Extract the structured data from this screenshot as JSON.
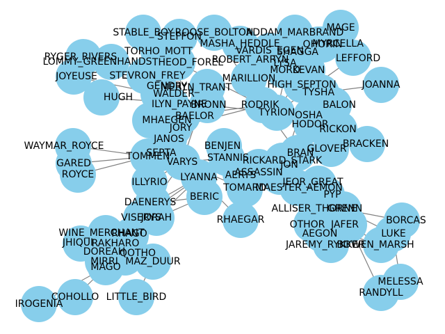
{
  "graph": {
    "type": "network",
    "node_color": "#87ceeb",
    "edge_color": "#808080",
    "label_color": "#000000",
    "nodes": [
      {
        "id": "STABLE_BOY"
      },
      {
        "id": "STEFFON"
      },
      {
        "id": "ROOSE_BOLTON"
      },
      {
        "id": "MAGE"
      },
      {
        "id": "ADDAM_MARBRAND"
      },
      {
        "id": "MASHA_HEDDLE"
      },
      {
        "id": "QHORIN"
      },
      {
        "id": "MYRCELLA"
      },
      {
        "id": "TORHO_MOTT"
      },
      {
        "id": "VARDIS_EGEN"
      },
      {
        "id": "SHAGGA"
      },
      {
        "id": "RYGER_RIVERS"
      },
      {
        "id": "LOMMY_GREENHANDS"
      },
      {
        "id": "THEOD_FOREL"
      },
      {
        "id": "ROBERT_ARRYN"
      },
      {
        "id": "LYSA"
      },
      {
        "id": "LEFFORD"
      },
      {
        "id": "MORD"
      },
      {
        "id": "KEVAN"
      },
      {
        "id": "JOYEUSE"
      },
      {
        "id": "STEVRON_FREY"
      },
      {
        "id": "MARILLION"
      },
      {
        "id": "JOANNA"
      },
      {
        "id": "HUGH"
      },
      {
        "id": "WALDER"
      },
      {
        "id": "GENDRY"
      },
      {
        "id": "MERYN_TRANT"
      },
      {
        "id": "HIGH_SEPTON"
      },
      {
        "id": "TYSHA"
      },
      {
        "id": "BALON"
      },
      {
        "id": "ILYN_PAYNE"
      },
      {
        "id": "BRONN"
      },
      {
        "id": "RODRIK"
      },
      {
        "id": "MHAEGEN"
      },
      {
        "id": "TYRION"
      },
      {
        "id": "OSHA"
      },
      {
        "id": "BAELOR"
      },
      {
        "id": "HODOR"
      },
      {
        "id": "RICKON"
      },
      {
        "id": "JORY"
      },
      {
        "id": "ASSASSIN"
      },
      {
        "id": "STANNIS"
      },
      {
        "id": "BRACKEN"
      },
      {
        "id": "GLOVER"
      },
      {
        "id": "JANOS"
      },
      {
        "id": "BENJEN"
      },
      {
        "id": "WAYMAR_ROYCE"
      },
      {
        "id": "GARED"
      },
      {
        "id": "ROYCE"
      },
      {
        "id": "TOMMEN"
      },
      {
        "id": "SEPTA"
      },
      {
        "id": "VARYS"
      },
      {
        "id": "BRAN"
      },
      {
        "id": "RICKARD_STARK"
      },
      {
        "id": "JON"
      },
      {
        "id": "AERYS"
      },
      {
        "id": "LYANNA"
      },
      {
        "id": "ILLYRIO"
      },
      {
        "id": "TOMARD"
      },
      {
        "id": "MAESTER_AEMON"
      },
      {
        "id": "JEOR_GREAT"
      },
      {
        "id": "PYP"
      },
      {
        "id": "DAENERYS"
      },
      {
        "id": "BERIC"
      },
      {
        "id": "JORAH"
      },
      {
        "id": "VISERYS"
      },
      {
        "id": "ALLISER_THORNE"
      },
      {
        "id": "GRENN"
      },
      {
        "id": "BORCAS"
      },
      {
        "id": "RHAEGAR"
      },
      {
        "id": "OTHOR"
      },
      {
        "id": "AEGON"
      },
      {
        "id": "JAFER"
      },
      {
        "id": "LUKE"
      },
      {
        "id": "WINE_MERCHANT"
      },
      {
        "id": "RHAGO"
      },
      {
        "id": "JHIQUI"
      },
      {
        "id": "RAKHARO"
      },
      {
        "id": "DOREAH"
      },
      {
        "id": "JAREMY_RYKKER"
      },
      {
        "id": "BOWEN_MARSH"
      },
      {
        "id": "MIRRI"
      },
      {
        "id": "QOTHO"
      },
      {
        "id": "MAGO"
      },
      {
        "id": "MAZ_DUUR"
      },
      {
        "id": "MELESSA"
      },
      {
        "id": "RANDYLL"
      },
      {
        "id": "IROGENIA"
      },
      {
        "id": "COHOLLO"
      },
      {
        "id": "LITTLE_BIRD"
      }
    ]
  }
}
